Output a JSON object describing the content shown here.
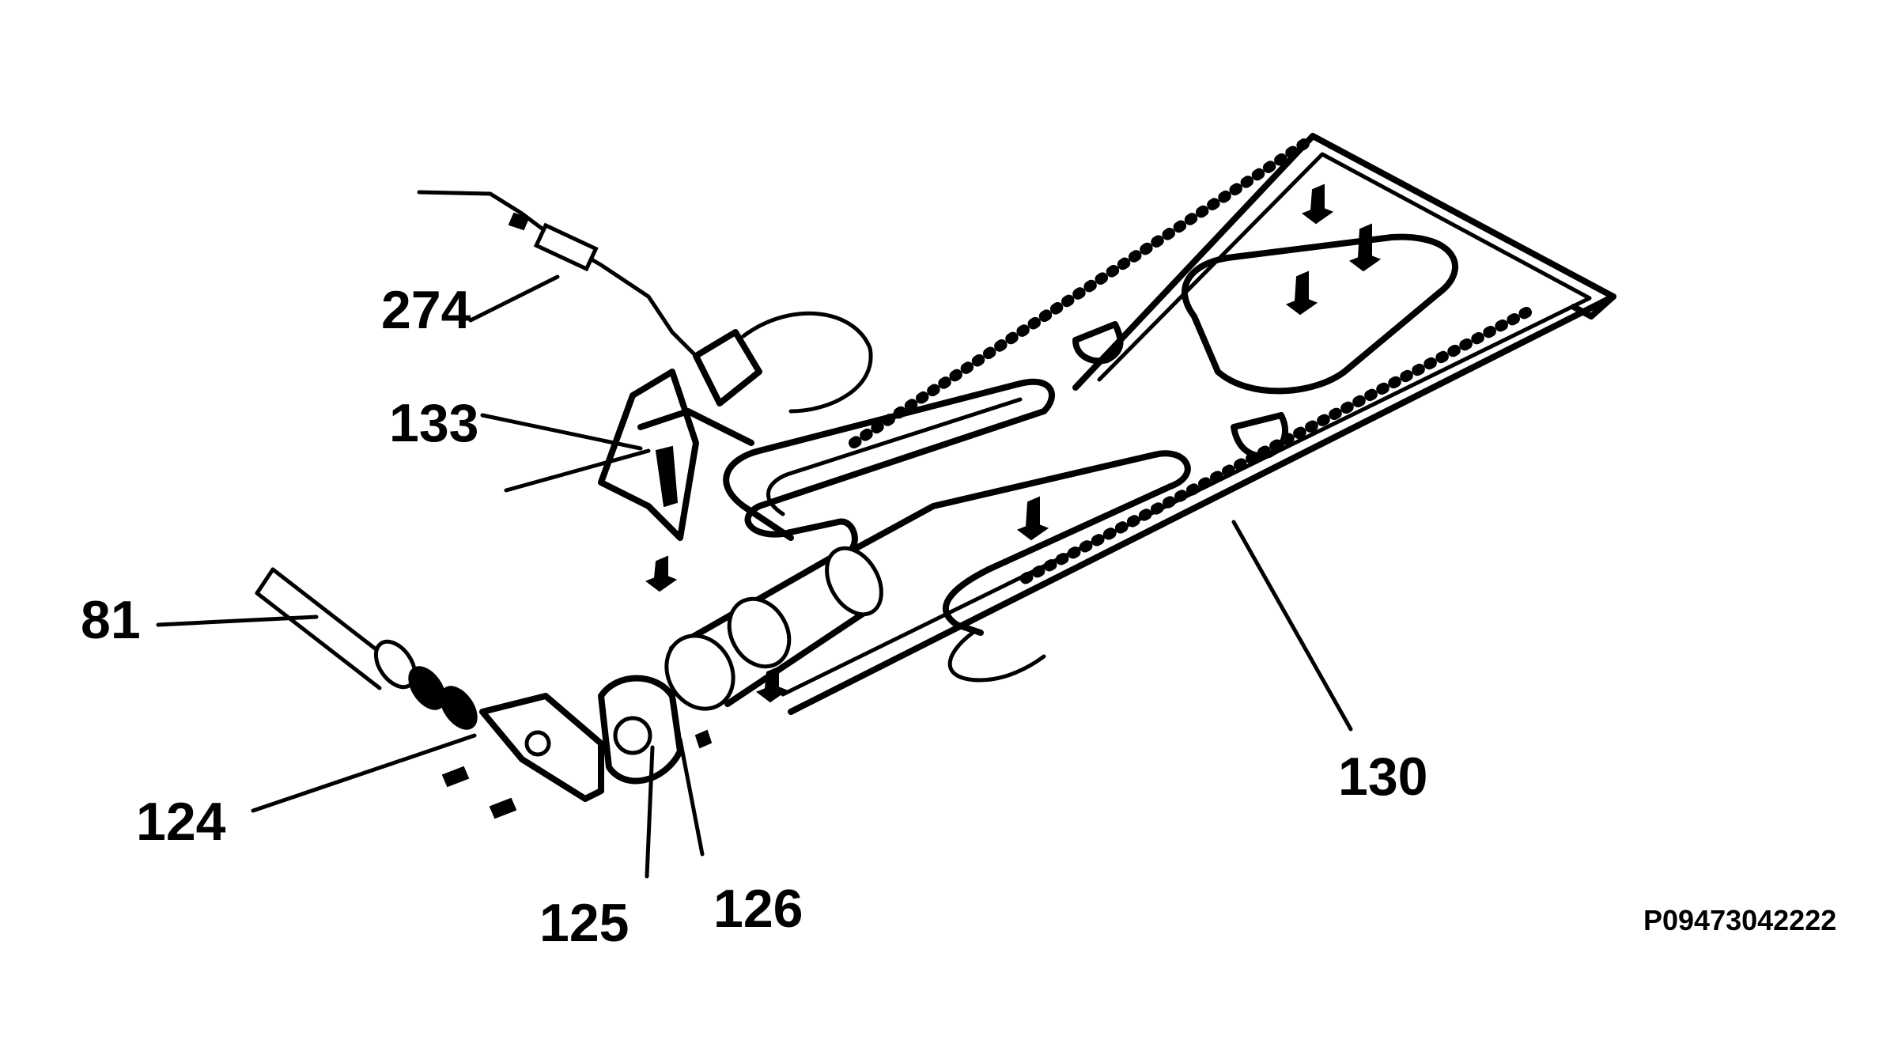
{
  "labels": {
    "p274": "274",
    "p133": "133",
    "p81": "81",
    "p124": "124",
    "p125": "125",
    "p126": "126",
    "p130": "130"
  },
  "reference_code": "P09473042222",
  "icons": [
    "burner-tray",
    "gas-tube",
    "ignition-electrode",
    "electrode-bracket",
    "injector",
    "injector-bracket",
    "screw"
  ]
}
